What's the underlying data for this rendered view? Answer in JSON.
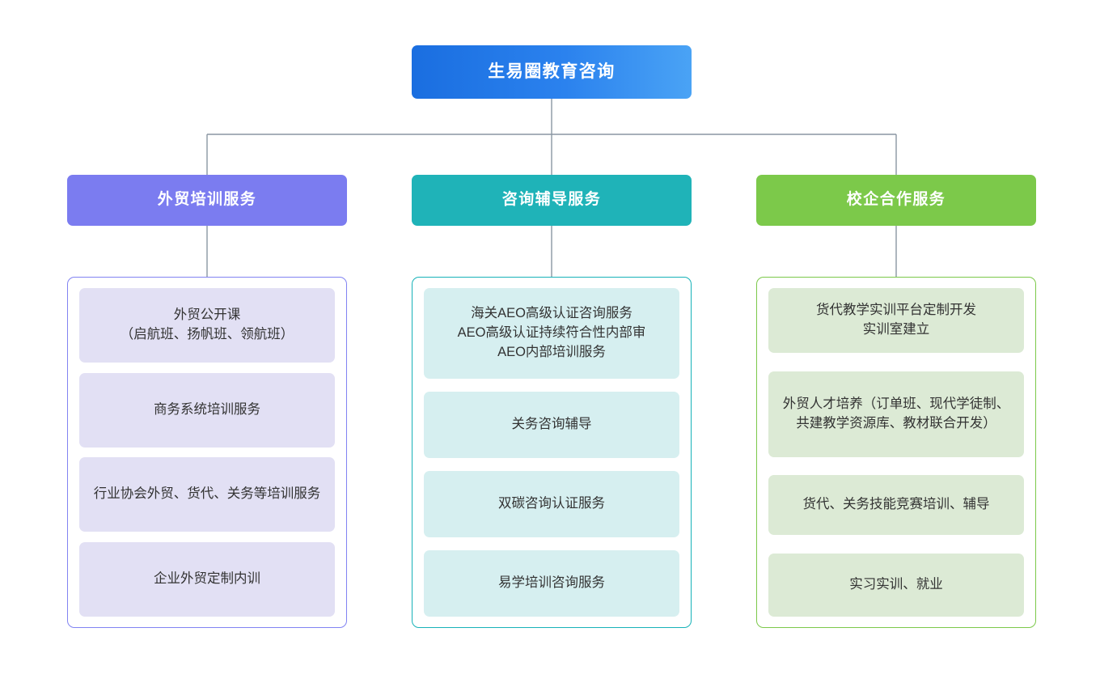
{
  "diagram": {
    "type": "organization-chart",
    "root": {
      "label": "生易圈教育咨询",
      "color": "#1a6ee0",
      "gradient_from": "#1a6ee0",
      "gradient_to": "#4aa3f5"
    },
    "connector_color": "#8a96a3",
    "branches": [
      {
        "label": "外贸培训服务",
        "color": "#7b7cf0",
        "item_color": "#e2e0f4",
        "items": [
          "外贸公开课\n（启航班、扬帆班、领航班）",
          "商务系统培训服务",
          "行业协会外贸、货代、关务等培训服务",
          "企业外贸定制内训"
        ]
      },
      {
        "label": "咨询辅导服务",
        "color": "#1fb3b8",
        "item_color": "#d6eff0",
        "items": [
          "海关AEO高级认证咨询服务\nAEO高级认证持续符合性内部审\nAEO内部培训服务",
          "关务咨询辅导",
          "双碳咨询认证服务",
          "易学培训咨询服务"
        ]
      },
      {
        "label": "校企合作服务",
        "color": "#7cc94a",
        "item_color": "#dcead5",
        "items": [
          "货代教学实训平台定制开发\n实训室建立",
          "外贸人才培养（订单班、现代学徒制、共建教学资源库、教材联合开发）",
          "货代、关务技能竞赛培训、辅导",
          "实习实训、就业"
        ]
      }
    ]
  }
}
